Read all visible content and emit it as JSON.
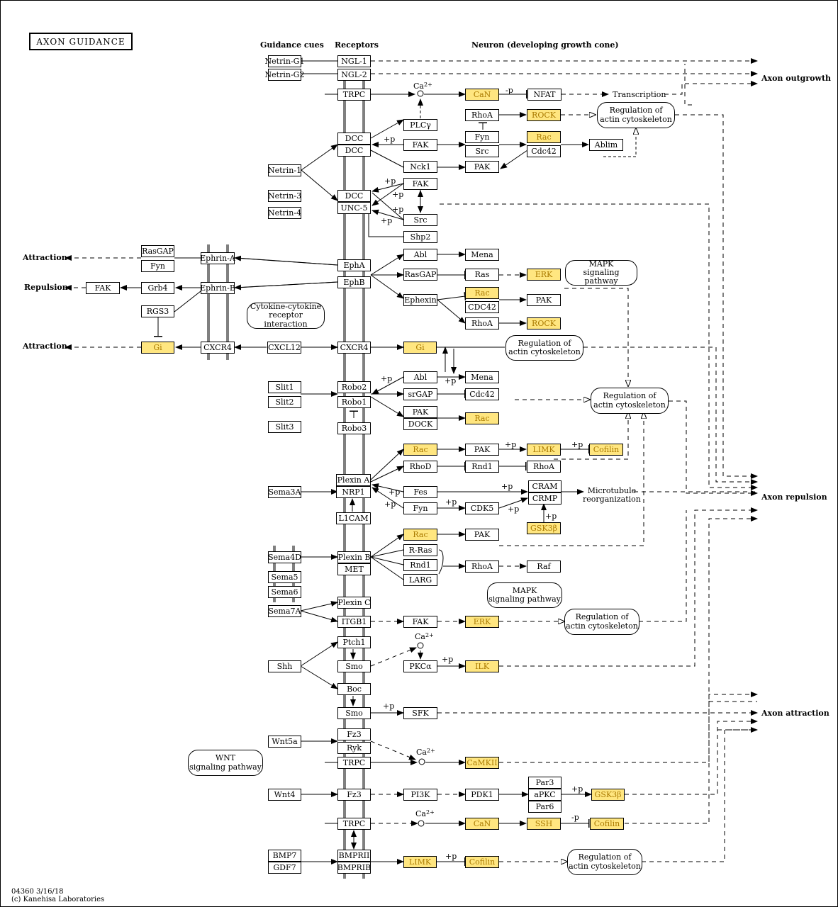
{
  "title": "AXON GUIDANCE",
  "headers": {
    "cues": "Guidance cues",
    "receptors": "Receptors",
    "neuron": "Neuron (developing growth cone)"
  },
  "outcomes": {
    "outgrowth": "Axon outgrowth",
    "repulsion": "Axon repulsion",
    "attraction": "Axon attraction",
    "left_attraction": "Attraction",
    "left_repulsion": "Repulsion"
  },
  "footer": {
    "id": "04360 3/16/18",
    "copyright": "(c) Kanehisa Laboratories"
  },
  "colors": {
    "highlight": "#ffe680",
    "membrane": "#808080"
  },
  "nodes": {
    "netring1": "Netrin-G1",
    "netring2": "Netrin-G2",
    "ngl1": "NGL-1",
    "ngl2": "NGL-2",
    "trpc1": "TRPC",
    "can1": "CaN",
    "nfat": "NFAT",
    "transcription": "Transcription",
    "rhoa1": "RhoA",
    "rock1": "ROCK",
    "fyn1": "Fyn",
    "rac1": "Rac",
    "src1": "Src",
    "cdc42a": "Cdc42",
    "ablim": "Ablim",
    "plcg": "PLCγ",
    "dcc1": "DCC",
    "dcc2": "DCC",
    "fak1": "FAK",
    "nck1": "Nck1",
    "pak1": "PAK",
    "netrin1": "Netrin-1",
    "fak2": "FAK",
    "dcc3": "DCC",
    "unc5": "UNC-5",
    "netrin3": "Netrin-3",
    "netrin4": "Netrin-4",
    "src2": "Src",
    "shp2": "Shp2",
    "rasgap1": "RasGAP",
    "fyn2": "Fyn",
    "ephrina": "Ephrin-A",
    "fak3": "FAK",
    "grb4": "Grb4",
    "ephrinb": "Ephrin-B",
    "rgs3": "RGS3",
    "epha": "EphA",
    "ephb": "EphB",
    "abl1": "Abl",
    "mena1": "Mena",
    "rasgap2": "RasGAP",
    "ras": "Ras",
    "erk1": "ERK",
    "ephexin": "Ephexin",
    "rac2": "Rac",
    "cdc42b": "CDC42",
    "pak2": "PAK",
    "rhoa2": "RhoA",
    "rock2": "ROCK",
    "gi1": "Gi",
    "cxcr4a": "CXCR4",
    "cxcl12": "CXCL12",
    "cxcr4b": "CXCR4",
    "gi2": "Gi",
    "slit1": "Slit1",
    "slit2": "Slit2",
    "slit3": "Slit3",
    "robo2": "Robo2",
    "robo1": "Robo1",
    "robo3": "Robo3",
    "abl2": "Abl",
    "mena2": "Mena",
    "srgap": "srGAP",
    "cdc42c": "Cdc42",
    "pak3": "PAK",
    "dock": "DOCK",
    "rac3": "Rac",
    "rac4": "Rac",
    "pak4": "PAK",
    "limk1": "LIMK",
    "cofilin1": "Cofilin",
    "rhod": "RhoD",
    "rnd1a": "Rnd1",
    "rhoa3": "RhoA",
    "plexina": "Plexin A",
    "nrp1": "NRP1",
    "sema3a": "Sema3A",
    "fes": "Fes",
    "fyn3": "Fyn",
    "cdk5": "CDK5",
    "cram": "CRAM",
    "crmp": "CRMP",
    "gsk3b1": "GSK3β",
    "l1cam": "L1CAM",
    "sema4d": "Sema4D",
    "sema5": "Sema5",
    "sema6": "Sema6",
    "sema7a": "Sema7A",
    "plexinb": "Plexin B",
    "met": "MET",
    "rac5": "Rac",
    "pak5": "PAK",
    "rras": "R-Ras",
    "rnd1b": "Rnd1",
    "larg": "LARG",
    "rhoa4": "RhoA",
    "raf": "Raf",
    "plexinc": "Plexin C",
    "itgb1": "ITGB1",
    "fak4": "FAK",
    "erk2": "ERK",
    "shh": "Shh",
    "ptch1": "Ptch1",
    "smo1": "Smo",
    "pkca": "PKCα",
    "ilk": "ILK",
    "boc": "Boc",
    "smo2": "Smo",
    "sfk": "SFK",
    "wnt5a": "Wnt5a",
    "fz3a": "Fz3",
    "ryk": "Ryk",
    "trpc2": "TRPC",
    "camkii": "CaMKII",
    "wnt4": "Wnt4",
    "fz3b": "Fz3",
    "pi3k": "PI3K",
    "pdk1": "PDK1",
    "par3": "Par3",
    "apkc": "aPKC",
    "par6": "Par6",
    "gsk3b2": "GSK3β",
    "trpc3": "TRPC",
    "can2": "CaN",
    "ssh": "SSH",
    "cofilin2": "Cofilin",
    "bmp7": "BMP7",
    "gdf7": "GDF7",
    "bmprii": "BMPRII",
    "bmprib": "BMPRIB",
    "limk2": "LIMK",
    "cofilin3": "Cofilin"
  },
  "pathways": {
    "reg1": "Regulation of\nactin cytoskeleton",
    "mapk1": "MAPK\nsignaling pathway",
    "cyto": "Cytokine-cytokine\nreceptor interaction",
    "reg2": "Regulation of\nactin cytoskeleton",
    "reg3": "Regulation of\nactin cytoskeleton",
    "mapk2": "MAPK\nsignaling pathway",
    "reg4": "Regulation of\nactin cytoskeleton",
    "wnt": "WNT\nsignaling pathway",
    "reg5": "Regulation of\nactin cytoskeleton"
  },
  "labels": {
    "p": "+p",
    "mp": "-p",
    "ca": "Ca",
    "sup": "2+",
    "microtubule": "Microtubule\nreorganization"
  }
}
